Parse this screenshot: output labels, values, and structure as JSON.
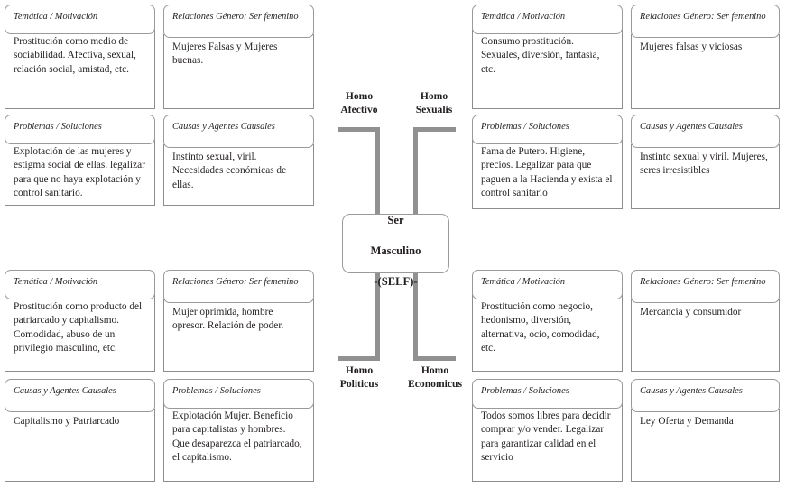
{
  "diagram": {
    "center": {
      "label": "Ser\nMasculino\n-(SELF)-",
      "line1": "Ser",
      "line2": "Masculino",
      "line3": "-(SELF)-"
    },
    "connector_color": "#919191",
    "branch_labels": {
      "top_left": "Homo\nAfectivo",
      "top_right": "Homo\nSexualis",
      "bottom_left": "Homo\nPoliticus",
      "bottom_right": "Homo\nEconomicus"
    },
    "quadrants": [
      {
        "id": "homo-afectivo",
        "cells": [
          {
            "id": "tl-tematica",
            "header": "Temática / Motivación",
            "body": "Prostitución como medio de sociabilidad. Afectiva, sexual, relación social, amistad, etc."
          },
          {
            "id": "tl-relaciones",
            "header": "Relaciones Género: Ser femenino",
            "body": "Mujeres Falsas y Mujeres buenas."
          },
          {
            "id": "tl-problemas",
            "header": "Problemas / Soluciones",
            "body": "Explotación de las mujeres y estigma social de ellas. legalizar para que no haya explotación y control sanitario."
          },
          {
            "id": "tl-causas",
            "header": "Causas y Agentes Causales",
            "body": "Instinto sexual, viril. Necesidades económicas de ellas."
          }
        ]
      },
      {
        "id": "homo-sexualis",
        "cells": [
          {
            "id": "tr-tematica",
            "header": "Temática / Motivación",
            "body": "Consumo prostitución. Sexuales, diversión, fantasía, etc."
          },
          {
            "id": "tr-relaciones",
            "header": "Relaciones Género: Ser femenino",
            "body": "Mujeres falsas y viciosas"
          },
          {
            "id": "tr-problemas",
            "header": "Problemas / Soluciones",
            "body": "Fama de Putero. Higiene, precios. Legalizar para que paguen a la Hacienda y exista el control sanitario"
          },
          {
            "id": "tr-causas",
            "header": "Causas y Agentes Causales",
            "body": "Instinto sexual y viril. Mujeres, seres irresistibles"
          }
        ]
      },
      {
        "id": "homo-politicus",
        "cells": [
          {
            "id": "bl-tematica",
            "header": "Temática / Motivación",
            "body": "Prostitución como producto del patriarcado y capitalismo. Comodidad, abuso de un privilegio masculino, etc."
          },
          {
            "id": "bl-relaciones",
            "header": "Relaciones Género: Ser femenino",
            "body": "Mujer oprimida, hombre opresor. Relación de poder."
          },
          {
            "id": "bl-causas",
            "header": "Causas y Agentes Causales",
            "body": "Capitalismo y Patriarcado"
          },
          {
            "id": "bl-problemas",
            "header": "Problemas / Soluciones",
            "body": "Explotación Mujer. Beneficio para capitalistas y hombres. Que desaparezca el patriarcado, el capitalismo."
          }
        ]
      },
      {
        "id": "homo-economicus",
        "cells": [
          {
            "id": "br-tematica",
            "header": "Temática / Motivación",
            "body": "Prostitución como negocio, hedonismo, diversión, alternativa, ocio, comodidad, etc."
          },
          {
            "id": "br-relaciones",
            "header": "Relaciones Género: Ser femenino",
            "body": "Mercancia y consumidor"
          },
          {
            "id": "br-problemas",
            "header": "Problemas / Soluciones",
            "body": "Todos somos libres para decidir comprar y/o vender. Legalizar para garantizar calidad en el servicio"
          },
          {
            "id": "br-causas",
            "header": "Causas y Agentes Causales",
            "body": "Ley Oferta y Demanda"
          }
        ]
      }
    ]
  }
}
